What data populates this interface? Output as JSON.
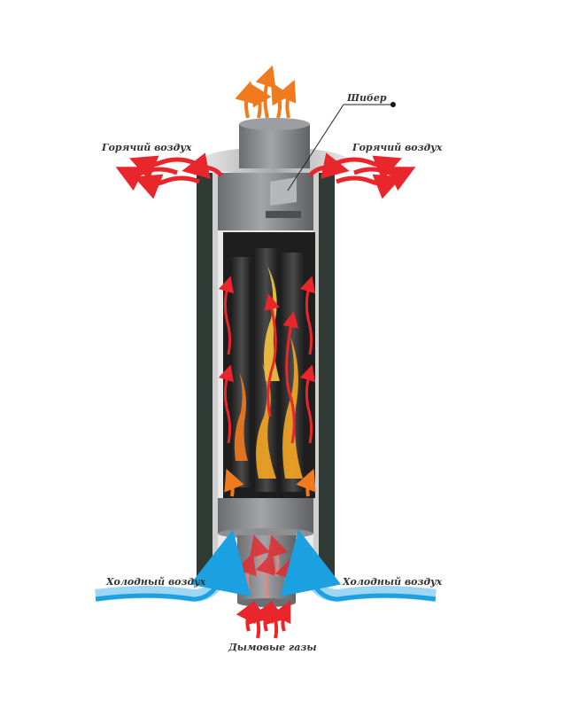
{
  "labels": {
    "hot_air_left": "Горячий воздух",
    "hot_air_right": "Горячий воздух",
    "damper": "Шибер",
    "cold_air_left": "Холодный воздух",
    "cold_air_right": "Холодный воздух",
    "flue_gases": "Дымовые газы"
  },
  "colors": {
    "hot_air": "#e8262b",
    "exhaust": "#f07a1e",
    "cold_air": "#1ba1e2",
    "cold_air_light": "#9fd6f3",
    "body": "#7d7f82",
    "flame": "#f5a623"
  }
}
